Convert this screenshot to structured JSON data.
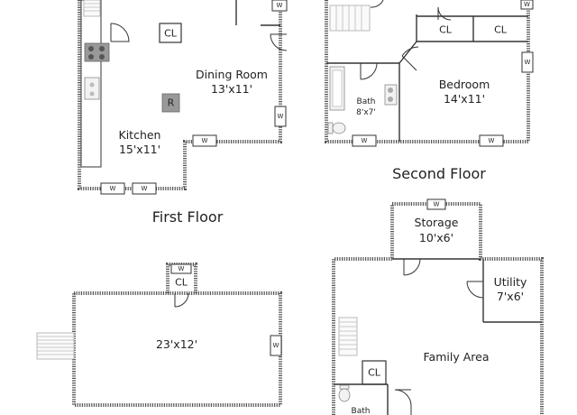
{
  "floors": {
    "first": {
      "title": "First Floor",
      "rooms": {
        "dining": {
          "name": "Dining Room",
          "dim": "13'x11'"
        },
        "kitchen": {
          "name": "Kitchen",
          "dim": "15'x11'"
        },
        "closet": "CL",
        "refrigerator": "R"
      }
    },
    "second": {
      "title": "Second Floor",
      "rooms": {
        "bedroom": {
          "name": "Bedroom",
          "dim": "14'x11'"
        },
        "bath": {
          "name": "Bath",
          "dim": "8'x7'"
        },
        "closet_left": "CL",
        "closet_right": "CL"
      }
    },
    "attic": {
      "rooms": {
        "main": {
          "dim": "23'x12'"
        },
        "closet": "CL"
      }
    },
    "basement": {
      "rooms": {
        "storage": {
          "name": "Storage",
          "dim": "10'x6'"
        },
        "utility": {
          "name": "Utility",
          "dim": "7'x6'"
        },
        "family": {
          "name": "Family Area"
        },
        "bath": {
          "name": "Bath"
        },
        "closet": "CL"
      }
    }
  },
  "window_label": "W",
  "colors": {
    "wall": "#555555",
    "ink": "#222222",
    "fixture": "#999999"
  }
}
